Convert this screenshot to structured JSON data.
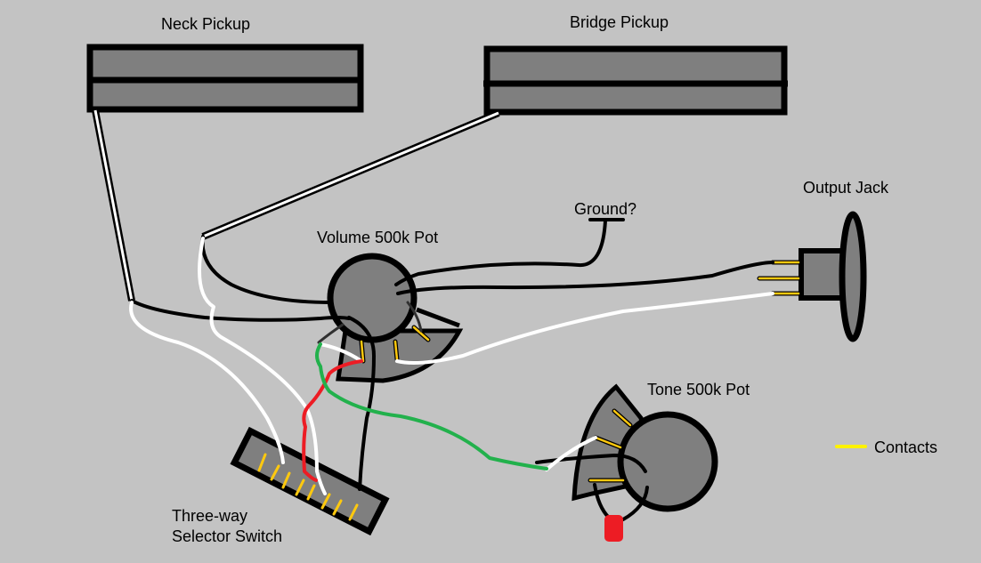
{
  "title": "Guitar wiring diagram",
  "colors": {
    "background": "#c3c3c3",
    "component_fill": "#7f7f7f",
    "outline": "#000000",
    "contact": "#ffc90e",
    "legend_contact": "#fff200",
    "wire_black": "#000000",
    "wire_white": "#ffffff",
    "wire_red": "#ed1c24",
    "wire_green": "#22b14c",
    "wire_dark": "#303030",
    "capacitor": "#ed1c24"
  },
  "components": {
    "neck_pickup": {
      "label": "Neck Pickup"
    },
    "bridge_pickup": {
      "label": "Bridge Pickup"
    },
    "volume_pot": {
      "label": "Volume 500k Pot",
      "value": "500k"
    },
    "tone_pot": {
      "label": "Tone 500k Pot",
      "value": "500k"
    },
    "output_jack": {
      "label": "Output Jack"
    },
    "selector_switch": {
      "label_line1": "Three-way",
      "label_line2": "Selector Switch"
    },
    "ground": {
      "label": "Ground?"
    }
  },
  "legend": {
    "items": [
      {
        "label": "Contacts",
        "symbol": "yellow-line"
      }
    ]
  }
}
